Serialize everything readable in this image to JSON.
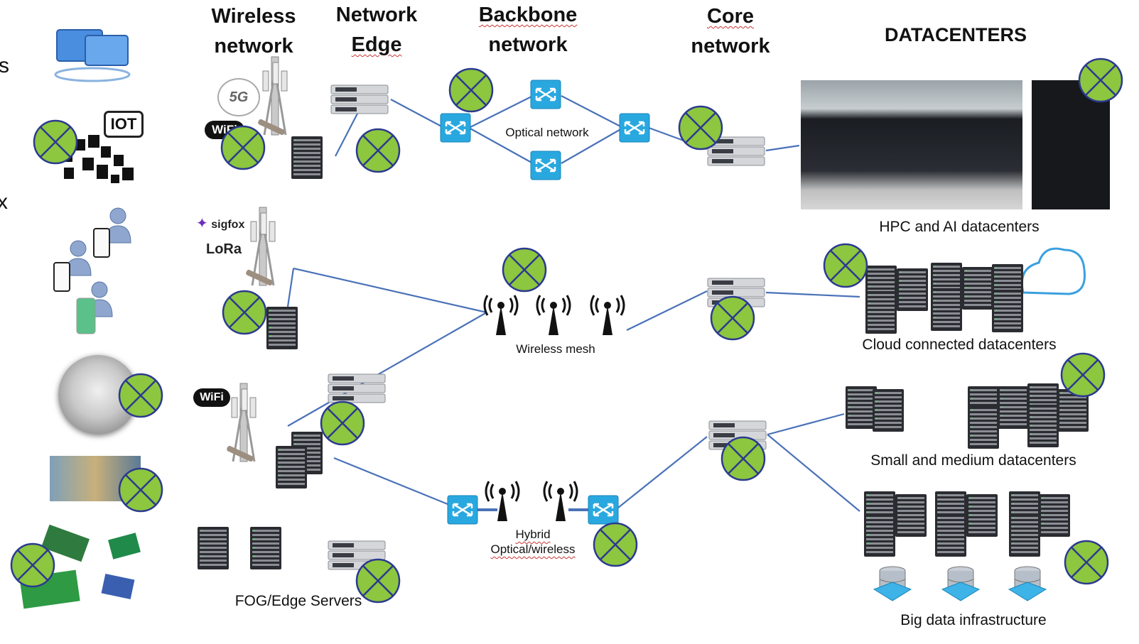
{
  "headers": {
    "wireless_network": [
      "Wireless",
      "network"
    ],
    "network_edge": [
      "Network",
      "Edge"
    ],
    "backbone_network": [
      "Backbone",
      "network"
    ],
    "core_network": [
      "Core",
      "network"
    ],
    "datacenters": "DATACENTERS"
  },
  "labels": {
    "optical_network": "Optical network",
    "wireless_mesh": "Wireless mesh",
    "hybrid_line1": "Hybrid",
    "hybrid_line2": "Optical/wireless",
    "fog_edge_servers": "FOG/Edge Servers",
    "hpc_ai_datacenters": "HPC and AI datacenters",
    "cloud_datacenters": "Cloud connected datacenters",
    "small_medium_datacenters": "Small and medium datacenters",
    "big_data_infrastructure": "Big data infrastructure"
  },
  "logos": {
    "iot": "IOT",
    "fiveg": "5G",
    "wifi": "WiFi",
    "sigfox": "sigfox",
    "lora": "LoRa"
  },
  "side_fragments": [
    "s",
    "x"
  ],
  "colors": {
    "marker_fill": "#8dc63f",
    "marker_stroke": "#2b3a8f",
    "link": "#4a72b8",
    "switch": "#29a8e0"
  }
}
